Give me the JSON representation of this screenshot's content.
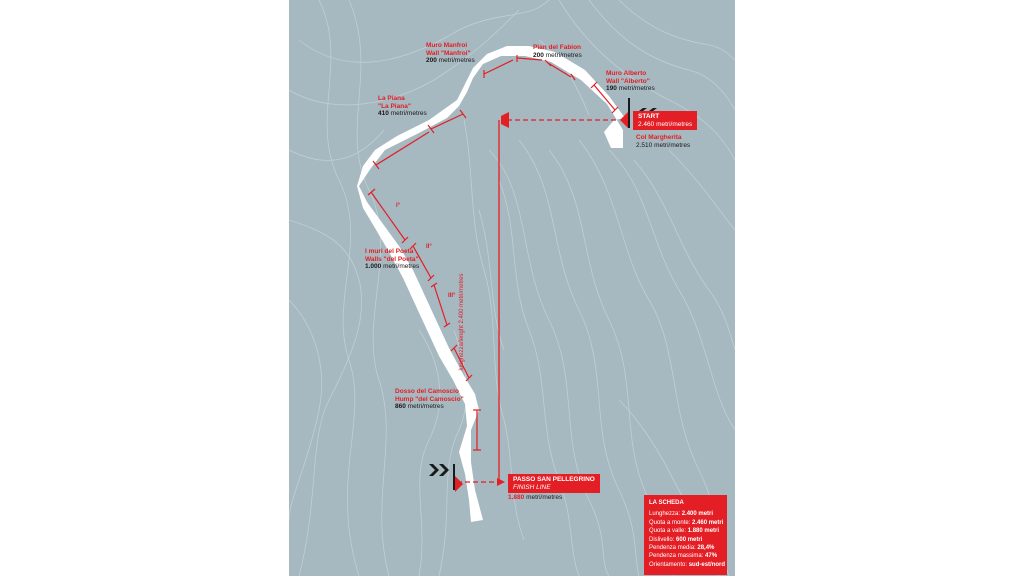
{
  "colors": {
    "background": "#a6b8c0",
    "route": "#ffffff",
    "accent": "#e31e24",
    "text": "#1a1a1a"
  },
  "segments": [
    {
      "name": "Muro Manfroi",
      "name2": "Wall \"Manfroi\"",
      "length": "200",
      "unit": "metri/metres"
    },
    {
      "name": "Pian del Fabion",
      "name2": "",
      "length": "200",
      "unit": "metri/metres"
    },
    {
      "name": "Muro Alberto",
      "name2": "Wall \"Alberto\"",
      "length": "190",
      "unit": "metri/metres"
    },
    {
      "name": "La Piana",
      "name2": "\"La Piana\"",
      "length": "410",
      "unit": "metri/metres"
    },
    {
      "name": "I muri del Poeta",
      "name2": "Walls \"del Poeta\"",
      "length": "1.000",
      "unit": "metri/metres"
    },
    {
      "name": "Dosso del Camoscio",
      "name2": "Hump \"del Camoscio\"",
      "length": "860",
      "unit": "metri/metres"
    }
  ],
  "col_margherita": {
    "name": "Col Margherita",
    "value": "2.510 metri/metres"
  },
  "start": {
    "label": "START",
    "value": "2.460 metri/metres"
  },
  "finish": {
    "title": "PASSO SAN PELLEGRINO",
    "subtitle": "FINISH LINE",
    "value": "1.880",
    "unit": "metri/metres"
  },
  "roman_marks": [
    "I°",
    "II°",
    "III°"
  ],
  "vertical_label": "lunghezza/lenght 2.400 metri/metres",
  "scheda": {
    "title": "LA SCHEDA",
    "rows": [
      {
        "label": "Lunghezza:",
        "value": "2.400 metri"
      },
      {
        "label": "Quota a monte:",
        "value": "2.460 metri"
      },
      {
        "label": "Quota a valle:",
        "value": "1.880 metri"
      },
      {
        "label": "Dislivello:",
        "value": "600 metri"
      },
      {
        "label": "Pendenza media:",
        "value": "28,4%"
      },
      {
        "label": "Pendenza massima:",
        "value": "47%"
      },
      {
        "label": "Orientamento:",
        "value": "sud-est/nord"
      }
    ]
  }
}
